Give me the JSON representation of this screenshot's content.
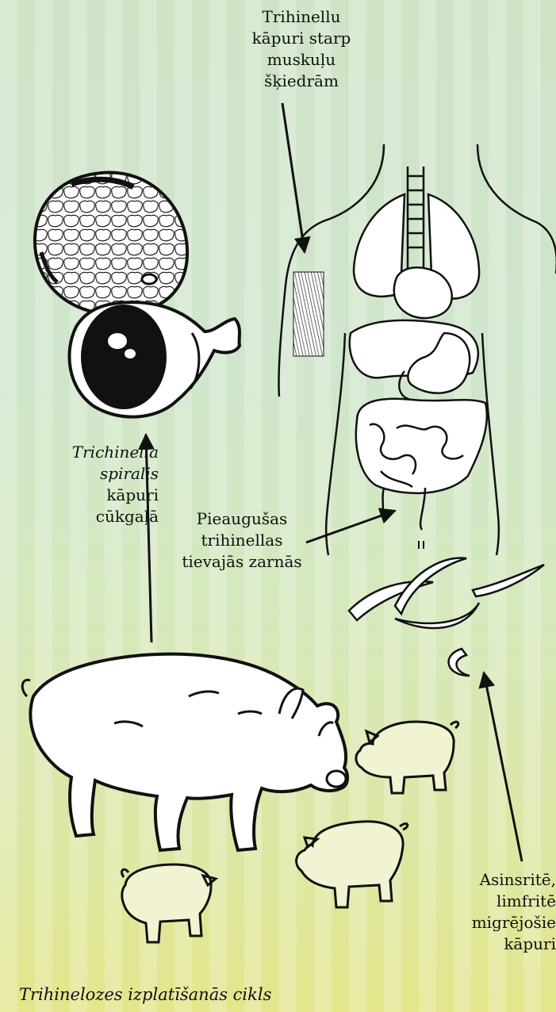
{
  "labels": {
    "muscle_larvae": [
      "Trihinellu",
      "kāpuri starp",
      "muskuļu",
      "šķiedrām"
    ],
    "pork_larvae": {
      "italic": [
        "Trichinella",
        "spiralis"
      ],
      "regular": [
        "kāpuri",
        "cūkgaļā"
      ]
    },
    "adult_worms": [
      "Pieaugušas",
      "trihinellas",
      "tievajās zarnās"
    ],
    "migrating_larvae": [
      "Asinsritē,",
      "limfritē",
      "migrējošie",
      "kāpuri"
    ]
  },
  "caption": "Trihinelozes izplatīšanās cikls",
  "colors": {
    "ink": "#111111",
    "background_top": "#cfe3c6",
    "background_bottom": "#e3e68a",
    "pig_fill": "#ffffff",
    "piglet_fill": "#f2f3d2"
  }
}
